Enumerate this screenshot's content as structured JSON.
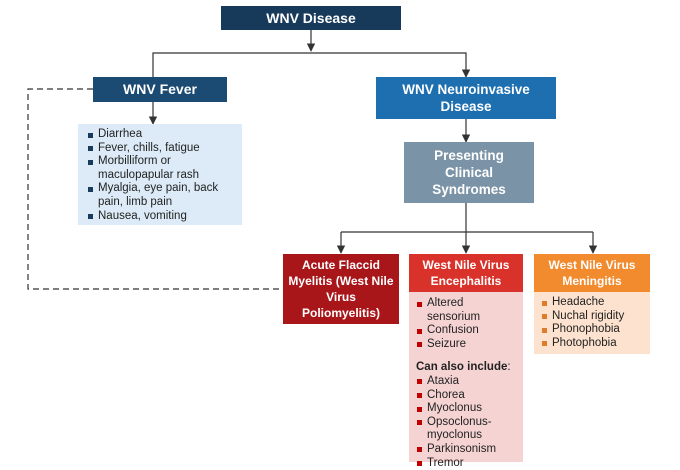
{
  "root": {
    "label": "WNV Disease"
  },
  "fever": {
    "label": "WNV Fever",
    "symptoms": [
      "Diarrhea",
      "Fever, chills, fatigue",
      "Morbilliform or maculopapular rash",
      "Myalgia, eye pain, back pain, limb pain",
      "Nausea, vomiting"
    ]
  },
  "neuro": {
    "label": "WNV Neuroinvasive Disease"
  },
  "presenting": {
    "label": "Presenting Clinical Syndromes"
  },
  "afm": {
    "label": "Acute Flaccid Myelitis (West Nile Virus Poliomyelitis)"
  },
  "encephalitis": {
    "label": "West Nile Virus Encephalitis",
    "symptoms": [
      "Altered sensorium",
      "Confusion",
      "Seizure"
    ],
    "also_heading": "Can also include",
    "also_colon": ":",
    "also_symptoms": [
      "Ataxia",
      "Chorea",
      "Myoclonus",
      "Opsoclonus-myoclonus",
      "Parkinsonism",
      "Tremor"
    ]
  },
  "meningitis": {
    "label": "West Nile Virus Meningitis",
    "symptoms": [
      "Headache",
      "Nuchal rigidity",
      "Phonophobia",
      "Photophobia"
    ]
  },
  "colors": {
    "root": "#183a5a",
    "fever": "#1b4a73",
    "neuro": "#1e6fb0",
    "presenting": "#7a93a6",
    "afm": "#a8161a",
    "encephalitis": "#d9322b",
    "meningitis": "#f28a2e",
    "fever_panel": "#dcebf7",
    "encephalitis_panel": "#f6d3d3",
    "meningitis_panel": "#fde3cf"
  }
}
